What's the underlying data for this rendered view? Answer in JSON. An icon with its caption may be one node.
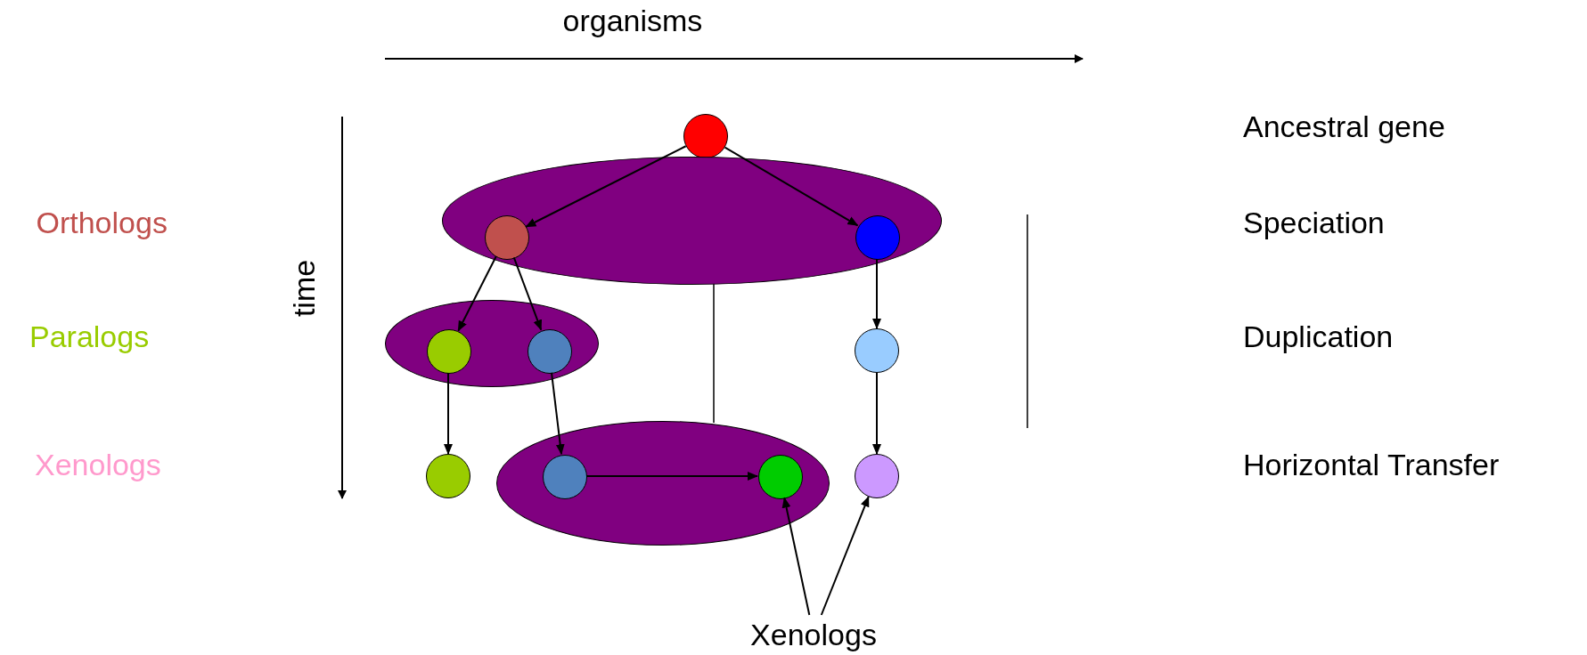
{
  "diagram": {
    "nodes": [
      {
        "text": [],
        "shape": "circle"
      },
      {
        "text": [],
        "shape": "ellipse"
      },
      {
        "text": [],
        "shape": "circle",
        "in": 1
      },
      {
        "text": [],
        "shape": "circle",
        "in": 1
      },
      {
        "text": [],
        "shape": "ellipse"
      },
      {
        "text": [],
        "shape": "circle",
        "in": 4
      },
      {
        "text": [],
        "shape": "circle",
        "in": 4
      },
      {
        "text": [],
        "shape": "circle"
      },
      {
        "text": [],
        "shape": "circle"
      },
      {
        "text": [],
        "shape": "ellipse"
      },
      {
        "text": [],
        "shape": "circle",
        "in": 9
      },
      {
        "text": [],
        "shape": "circle",
        "in": 9
      },
      {
        "text": [],
        "shape": "circle"
      },
      {
        "text": [
          "Xenologs"
        ]
      }
    ],
    "edges": [
      {
        "from": 0,
        "to": 2,
        "arrow": "to"
      },
      {
        "from": 0,
        "to": 3,
        "arrow": "to"
      },
      {
        "from": 2,
        "to": 5,
        "arrow": "to"
      },
      {
        "from": 2,
        "to": 6,
        "arrow": "to"
      },
      {
        "from": 3,
        "to": 7,
        "arrow": "to"
      },
      {
        "from": 5,
        "to": 8,
        "arrow": "to"
      },
      {
        "from": 6,
        "to": 10,
        "arrow": "to"
      },
      {
        "from": 7,
        "to": 12,
        "arrow": "to"
      },
      {
        "from": 10,
        "to": 11,
        "arrow": "to"
      },
      {
        "from": 13,
        "to": 11,
        "arrow": "to"
      },
      {
        "from": 13,
        "to": 12,
        "arrow": "to"
      }
    ],
    "labels": [
      "organisms",
      "time",
      "Ancestral gene",
      "Orthologs",
      "Speciation",
      "Paralogs",
      "Duplication",
      "Xenologs",
      "Horizontal Transfer"
    ]
  }
}
